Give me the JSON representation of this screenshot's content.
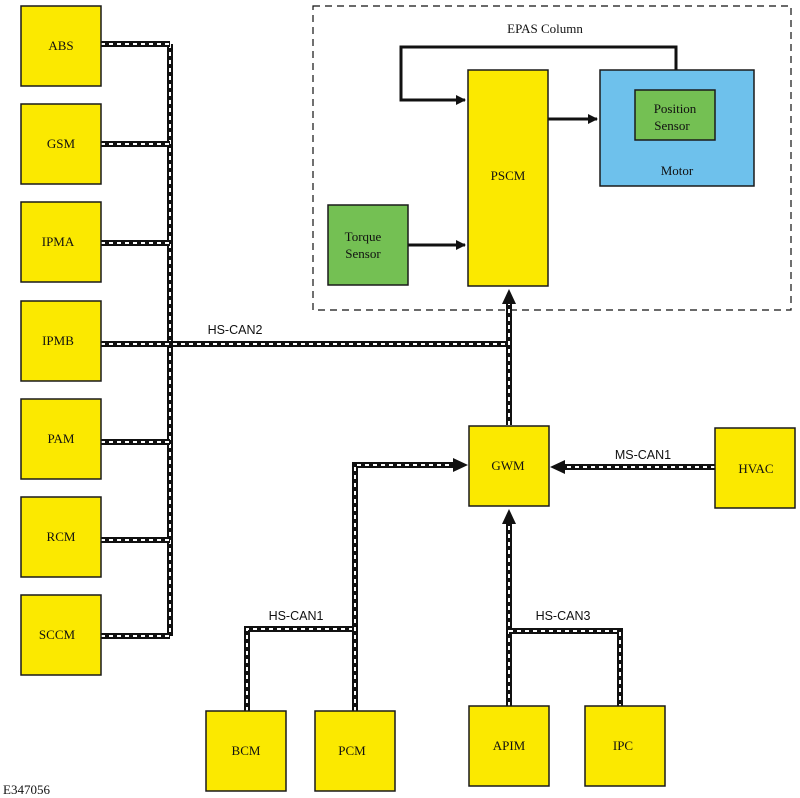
{
  "epas": {
    "title": "EPAS Column"
  },
  "modules": {
    "abs": "ABS",
    "gsm": "GSM",
    "ipma": "IPMA",
    "ipmb": "IPMB",
    "pam": "PAM",
    "rcm": "RCM",
    "sccm": "SCCM",
    "pscm": "PSCM",
    "gwm": "GWM",
    "hvac": "HVAC",
    "bcm": "BCM",
    "pcm": "PCM",
    "apim": "APIM",
    "ipc": "IPC"
  },
  "sensors": {
    "position_line1": "Position",
    "position_line2": "Sensor",
    "torque_line1": "Torque",
    "torque_line2": "Sensor"
  },
  "motor": {
    "label": "Motor"
  },
  "buses": {
    "hs_can1": "HS-CAN1",
    "hs_can2": "HS-CAN2",
    "hs_can3": "HS-CAN3",
    "ms_can1": "MS-CAN1"
  },
  "figure_id": "E347056",
  "colors": {
    "module": "#fbe900",
    "sensor": "#74c053",
    "motor": "#6ec1ec"
  }
}
